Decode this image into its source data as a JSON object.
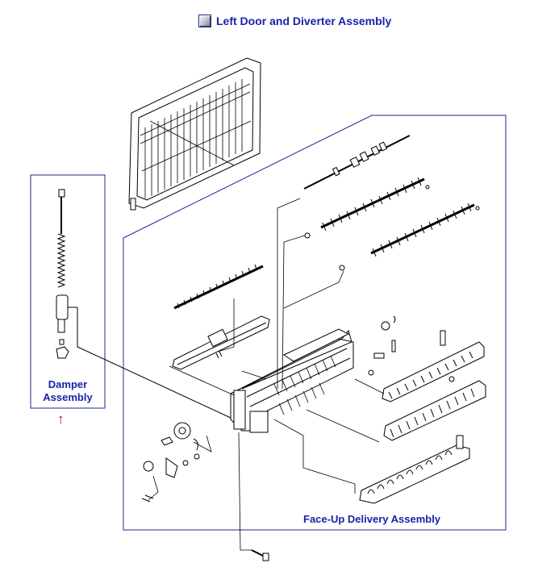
{
  "header": {
    "nav_icon": "square-button-icon",
    "title": "Left Door and Diverter Assembly"
  },
  "callouts": {
    "damper": {
      "line1": "Damper",
      "line2": "Assembly"
    },
    "face_up": "Face-Up Delivery Assembly"
  },
  "indicator": {
    "icon": "up-arrow-icon",
    "glyph": "↑",
    "color": "#d40000"
  },
  "colors": {
    "label_text": "#1a24a8",
    "frame_border": "#1c2a8c",
    "drawing_line": "#000000"
  }
}
